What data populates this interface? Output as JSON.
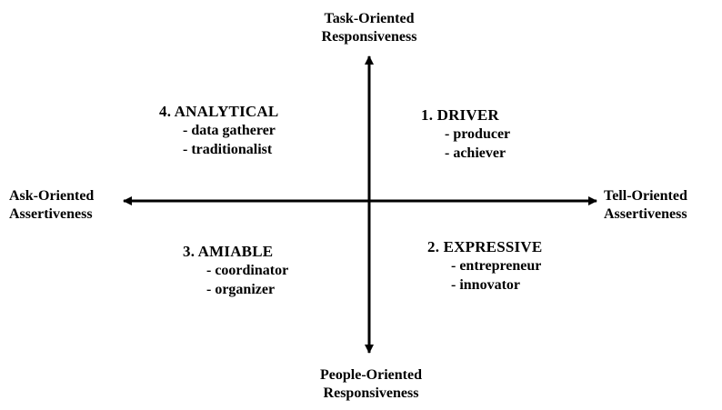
{
  "axes": {
    "top": [
      "Task-Oriented",
      "Responsiveness"
    ],
    "bottom": [
      "People-Oriented",
      "Responsiveness"
    ],
    "left": [
      "Ask-Oriented",
      "Assertiveness"
    ],
    "right": [
      "Tell-Oriented",
      "Assertiveness"
    ]
  },
  "quadrants": {
    "top_left": {
      "title": "4. ANALYTICAL",
      "traits": [
        "- data gatherer",
        "- traditionalist"
      ]
    },
    "top_right": {
      "title": "1. DRIVER",
      "traits": [
        "- producer",
        "- achiever"
      ]
    },
    "bottom_left": {
      "title": "3. AMIABLE",
      "traits": [
        "- coordinator",
        "- organizer"
      ]
    },
    "bottom_right": {
      "title": "2. EXPRESSIVE",
      "traits": [
        "- entrepreneur",
        "- innovator"
      ]
    }
  }
}
